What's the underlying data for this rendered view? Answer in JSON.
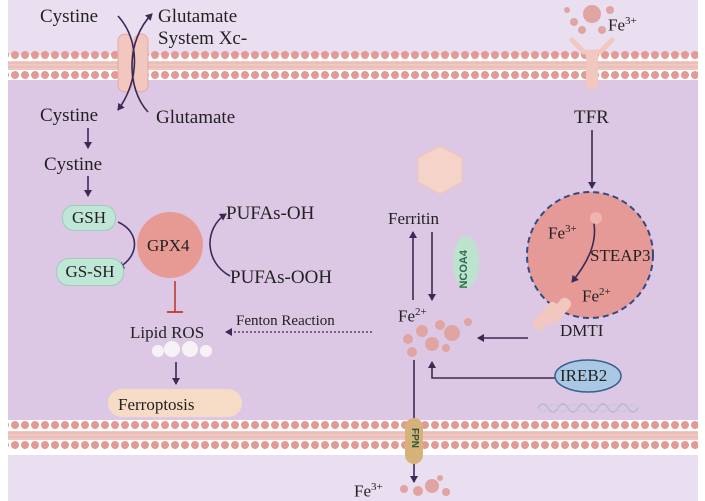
{
  "labels": {
    "cystine_out": "Cystine",
    "glutamate_out": "Glutamate",
    "system_xc": "System Xc-",
    "cystine_in": "Cystine",
    "glutamate_in": "Glutamate",
    "cystine_2": "Cystine",
    "gsh": "GSH",
    "gssh": "GS-SH",
    "gpx4": "GPX4",
    "pufas_oh": "PUFAs-OH",
    "pufas_ooh": "PUFAs-OOH",
    "lipid_ros": "Lipid ROS",
    "ferroptosis": "Ferroptosis",
    "fenton": "Fenton Reaction",
    "ferritin": "Ferritin",
    "ncoa4": "NCOA4",
    "fe2_center": "Fe",
    "fe2_center_sup": "2+",
    "fe3_top": "Fe",
    "fe3_top_sup": "3+",
    "tfr": "TFR",
    "fe3_endo": "Fe",
    "fe3_endo_sup": "3+",
    "steap3": "STEAP3",
    "fe2_endo": "Fe",
    "fe2_endo_sup": "2+",
    "dmt1": "DMTI",
    "ireb2": "IREB2",
    "fpn": "FPN",
    "fe3_bottom": "Fe",
    "fe3_bottom_sup": "3+"
  },
  "colors": {
    "cytoplasm": "#dcc8e4",
    "membrane": "#e8a9a3",
    "membrane_dot": "#e39a94",
    "arrow": "#3a2a55",
    "gsh_fill": "#bfe6d6",
    "gpx4_fill": "#e79a93",
    "ferroptosis_fill": "#f6dcc4",
    "ncoa4_fill": "#bde3cf",
    "ireb2_fill": "#a9c8e3",
    "endosome_fill": "#e69a98",
    "iron_dot": "#e0a4a2",
    "inhibit": "#c0392b"
  }
}
